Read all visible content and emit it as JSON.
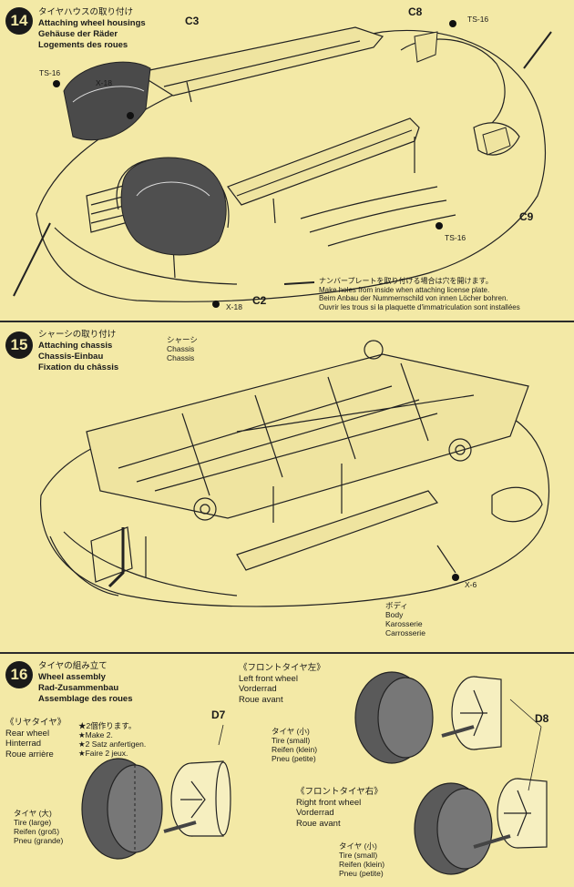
{
  "step14": {
    "number": "14",
    "title_jp": "タイヤハウスの取り付け",
    "title_en": "Attaching wheel housings",
    "title_de": "Gehäuse der Räder",
    "title_fr": "Logements des roues",
    "parts": {
      "c3": "C3",
      "c8": "C8",
      "c9": "C9",
      "c2": "C2",
      "x18a": "X-18",
      "x18b": "X-18",
      "ts16a": "TS-16",
      "ts16b": "TS-16",
      "ts16c": "TS-16"
    },
    "note_jp": "ナンバープレートを取り付ける場合は穴を開けます。",
    "note_en": "Make holes from inside when attaching license plate.",
    "note_de": "Beim Anbau der Nummernschild von innen Löcher bohren.",
    "note_fr": "Ouvrir les trous si la plaquette d'immatriculation sont installées"
  },
  "step15": {
    "number": "15",
    "title_jp": "シャーシの取り付け",
    "title_en": "Attaching chassis",
    "title_de": "Chassis-Einbau",
    "title_fr": "Fixation du châssis",
    "chassis_jp": "シャーシ",
    "chassis_en": "Chassis",
    "chassis_de": "Chassis",
    "x6": "X-6",
    "body_jp": "ボディ",
    "body_en": "Body",
    "body_de": "Karosserie",
    "body_fr": "Carrosserie"
  },
  "step16": {
    "number": "16",
    "title_jp": "タイヤの組み立て",
    "title_en": "Wheel assembly",
    "title_de": "Rad-Zusammenbau",
    "title_fr": "Assemblage des roues",
    "rear_jp": "《リヤタイヤ》",
    "rear_en": "Rear wheel",
    "rear_de": "Hinterrad",
    "rear_fr": "Roue arrière",
    "make2_jp": "★2個作ります。",
    "make2_en": "★Make 2.",
    "make2_de": "★2 Satz anfertigen.",
    "make2_fr": "★Faire 2 jeux.",
    "d7": "D7",
    "d8": "D8",
    "tire_large_jp": "タイヤ (大)",
    "tire_large_en": "Tire (large)",
    "tire_large_de": "Reifen (groß)",
    "tire_large_fr": "Pneu (grande)",
    "fl_jp": "《フロントタイヤ左》",
    "fl_en": "Left front wheel",
    "fl_de": "Vorderrad",
    "fl_fr": "Roue avant",
    "tire_small_jp": "タイヤ (小)",
    "tire_small_en": "Tire (small)",
    "tire_small_de": "Reifen (klein)",
    "tire_small_fr": "Pneu (petite)",
    "fr_jp": "《フロントタイヤ右》",
    "fr_en": "Right front wheel",
    "fr_de": "Vorderrad",
    "fr_fr": "Roue avant",
    "tire_small2_jp": "タイヤ (小)",
    "tire_small2_en": "Tire (small)",
    "tire_small2_de": "Reifen (klein)",
    "tire_small2_fr": "Pneu (petite)"
  }
}
